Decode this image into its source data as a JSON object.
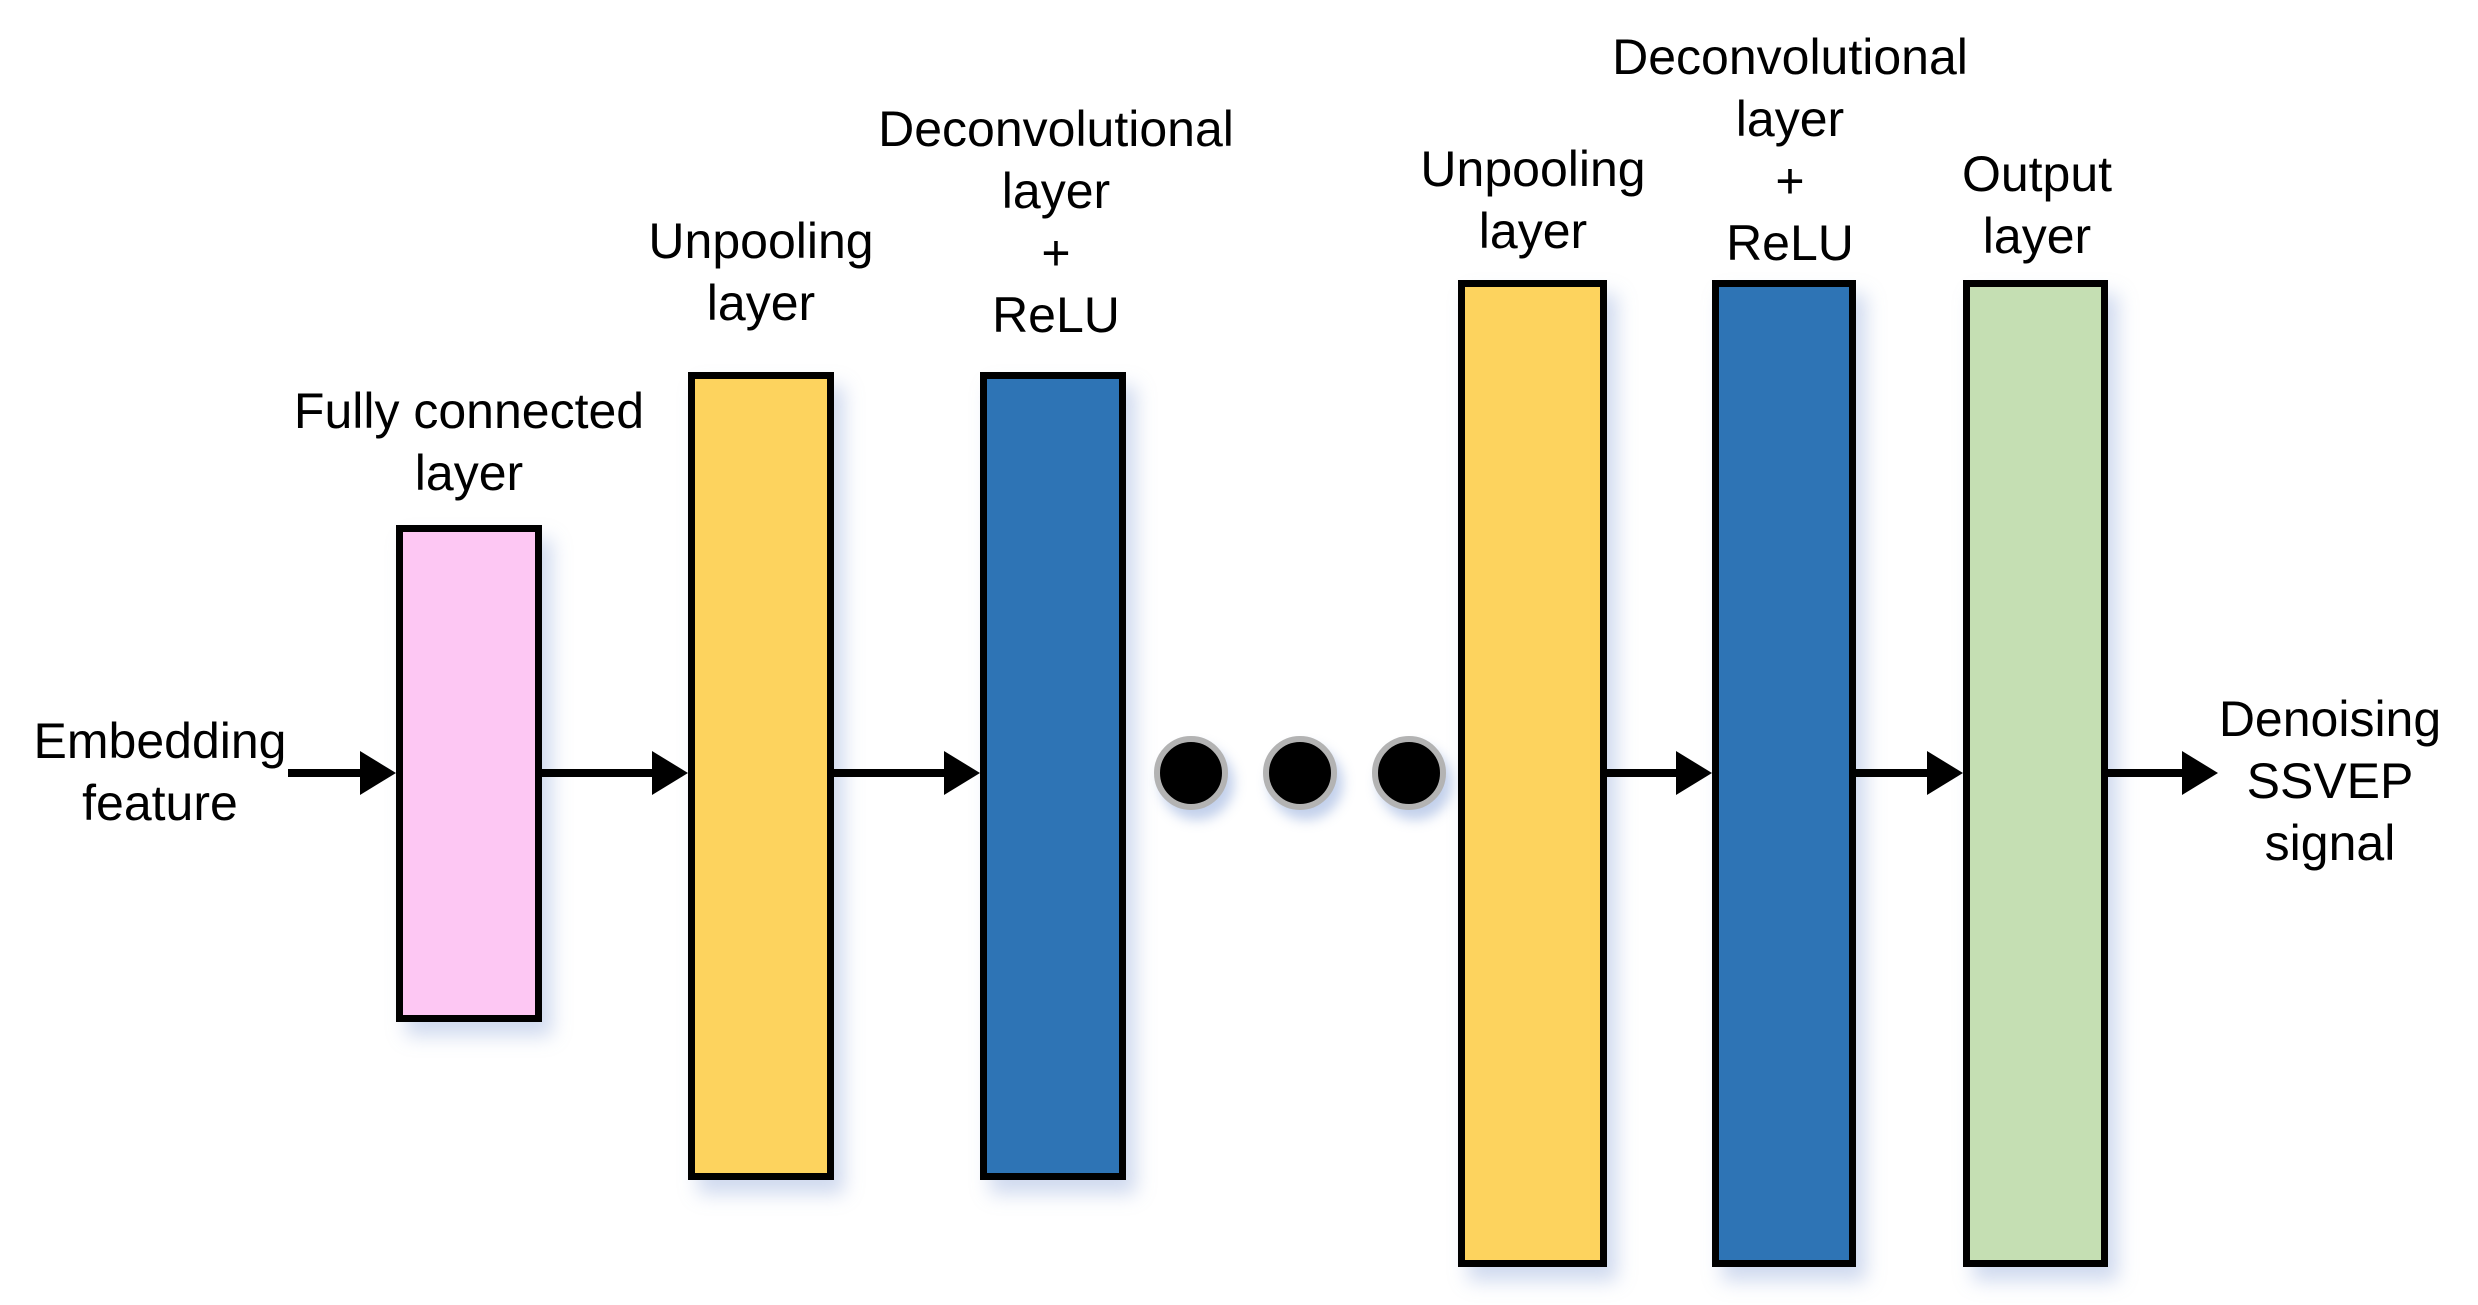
{
  "labels": {
    "input": "Embedding\nfeature",
    "fully_connected": "Fully connected\nlayer",
    "unpooling_1": "Unpooling\nlayer",
    "deconvolutional_1": "Deconvolutional\nlayer\n+\nReLU",
    "unpooling_2": "Unpooling\nlayer",
    "deconvolutional_2": "Deconvolutional\nlayer\n+\nReLU",
    "output": "Output\nlayer",
    "result": "Denoising\nSSVEP\nsignal"
  },
  "colors": {
    "fully_connected_fill": "#fdc7f3",
    "unpooling_fill": "#fdd35e",
    "deconvolutional_fill": "#2e74b5",
    "output_fill": "#c5dfb3",
    "outline": "#000000",
    "arrow": "#000000",
    "ellipsis_dot_fill": "#000000",
    "ellipsis_dot_ring": "#b3b3b3"
  },
  "ellipsis": {
    "dot_count": 3
  }
}
